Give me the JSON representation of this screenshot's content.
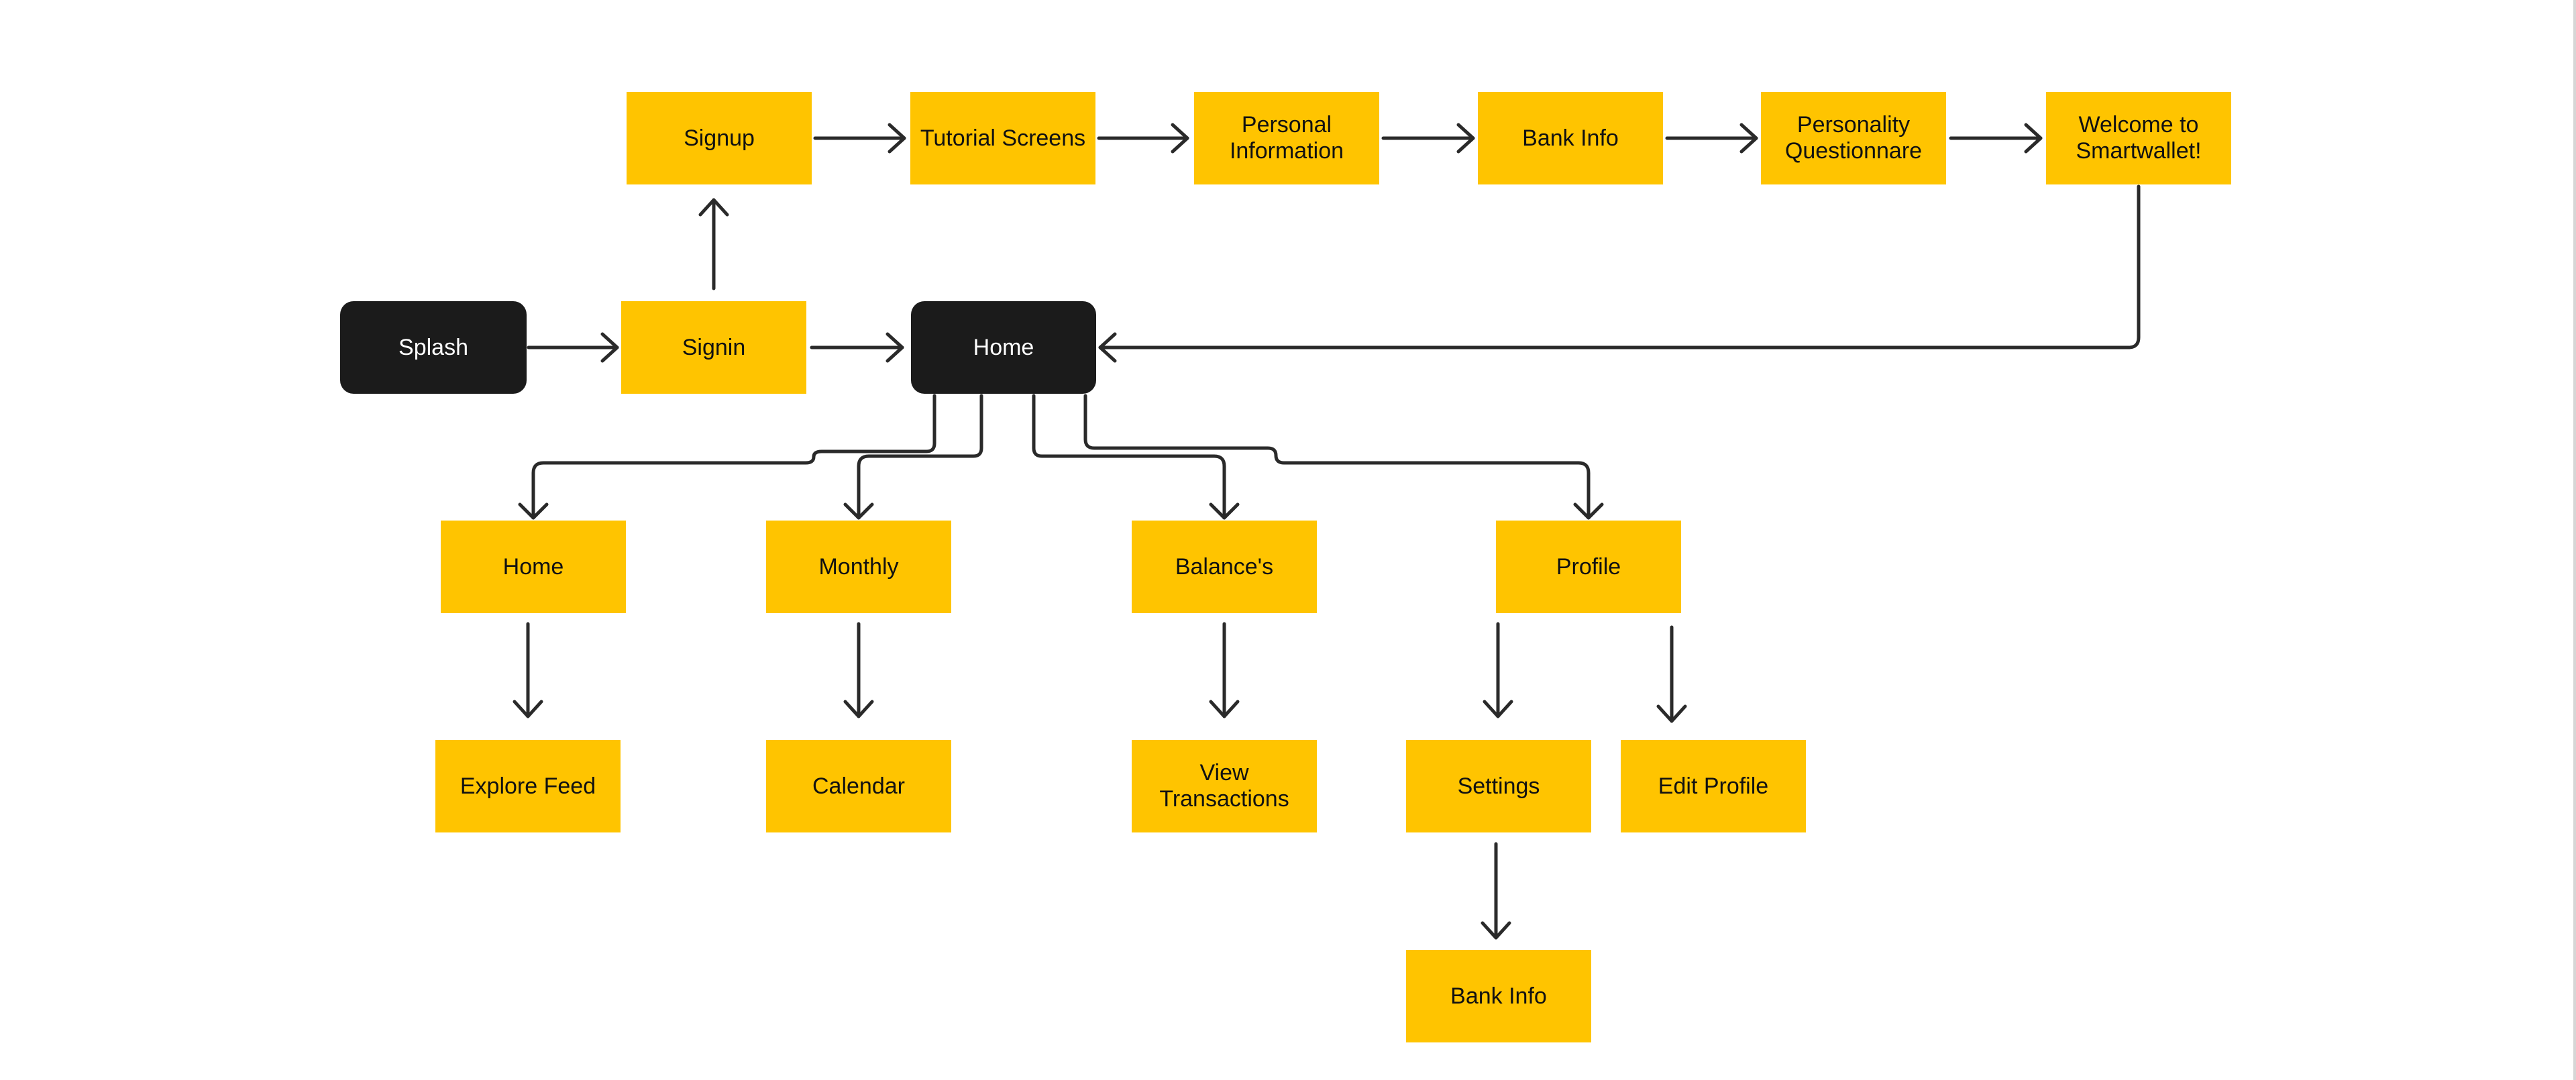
{
  "nodes": {
    "signup": "Signup",
    "tutorial": "Tutorial Screens",
    "personal": "Personal\nInformation",
    "bankinfo": "Bank Info",
    "personality": "Personality\nQuestionnare",
    "welcome": "Welcome to\nSmartwallet!",
    "splash": "Splash",
    "signin": "Signin",
    "home": "Home",
    "home2": "Home",
    "monthly": "Monthly",
    "balances": "Balance's",
    "profile": "Profile",
    "explore": "Explore Feed",
    "calendar": "Calendar",
    "viewtx": "View\nTransactions",
    "settings": "Settings",
    "editprofile": "Edit Profile",
    "bankinfo2": "Bank Info"
  },
  "colors": {
    "node_fill": "#FFC400",
    "terminal_fill": "#1b1b1b",
    "connector": "#2a2a2a"
  },
  "edges": [
    [
      "splash",
      "signin"
    ],
    [
      "signin",
      "signup"
    ],
    [
      "signin",
      "home"
    ],
    [
      "signup",
      "tutorial"
    ],
    [
      "tutorial",
      "personal"
    ],
    [
      "personal",
      "bankinfo"
    ],
    [
      "bankinfo",
      "personality"
    ],
    [
      "personality",
      "welcome"
    ],
    [
      "welcome",
      "home"
    ],
    [
      "home",
      "home2"
    ],
    [
      "home",
      "monthly"
    ],
    [
      "home",
      "balances"
    ],
    [
      "home",
      "profile"
    ],
    [
      "home2",
      "explore"
    ],
    [
      "monthly",
      "calendar"
    ],
    [
      "balances",
      "viewtx"
    ],
    [
      "profile",
      "settings"
    ],
    [
      "profile",
      "editprofile"
    ],
    [
      "settings",
      "bankinfo2"
    ]
  ]
}
